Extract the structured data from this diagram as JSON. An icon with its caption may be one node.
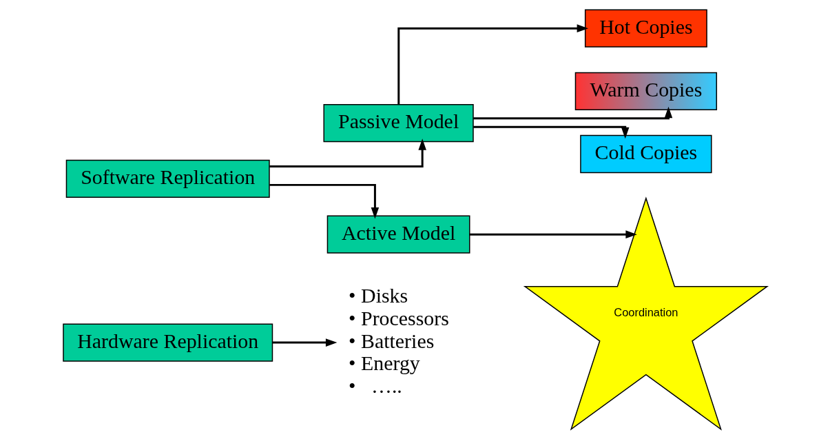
{
  "diagram": {
    "nodes": [
      {
        "text": [
          "Hardware Replication"
        ]
      },
      {
        "text": [
          "• Disks",
          "• Processors",
          "• Batteries",
          "• Energy",
          "•   ….."
        ]
      },
      {
        "text": [
          "Software Replication"
        ]
      },
      {
        "text": [
          "Passive Model"
        ]
      },
      {
        "text": [
          "Active Model"
        ]
      },
      {
        "text": [
          "Hot Copies"
        ]
      },
      {
        "text": [
          "Warm Copies"
        ]
      },
      {
        "text": [
          "Cold Copies"
        ]
      },
      {
        "text": [
          "Coordination"
        ]
      }
    ],
    "edges": [
      {
        "from": 0,
        "to": 1,
        "arrow": "to"
      },
      {
        "from": 2,
        "to": 3,
        "arrow": "to"
      },
      {
        "from": 2,
        "to": 4,
        "arrow": "to"
      },
      {
        "from": 3,
        "to": 5,
        "arrow": "to"
      },
      {
        "from": 3,
        "to": 6,
        "arrow": "to"
      },
      {
        "from": 3,
        "to": 7,
        "arrow": "to"
      },
      {
        "from": 4,
        "to": 8,
        "arrow": "to"
      }
    ]
  }
}
